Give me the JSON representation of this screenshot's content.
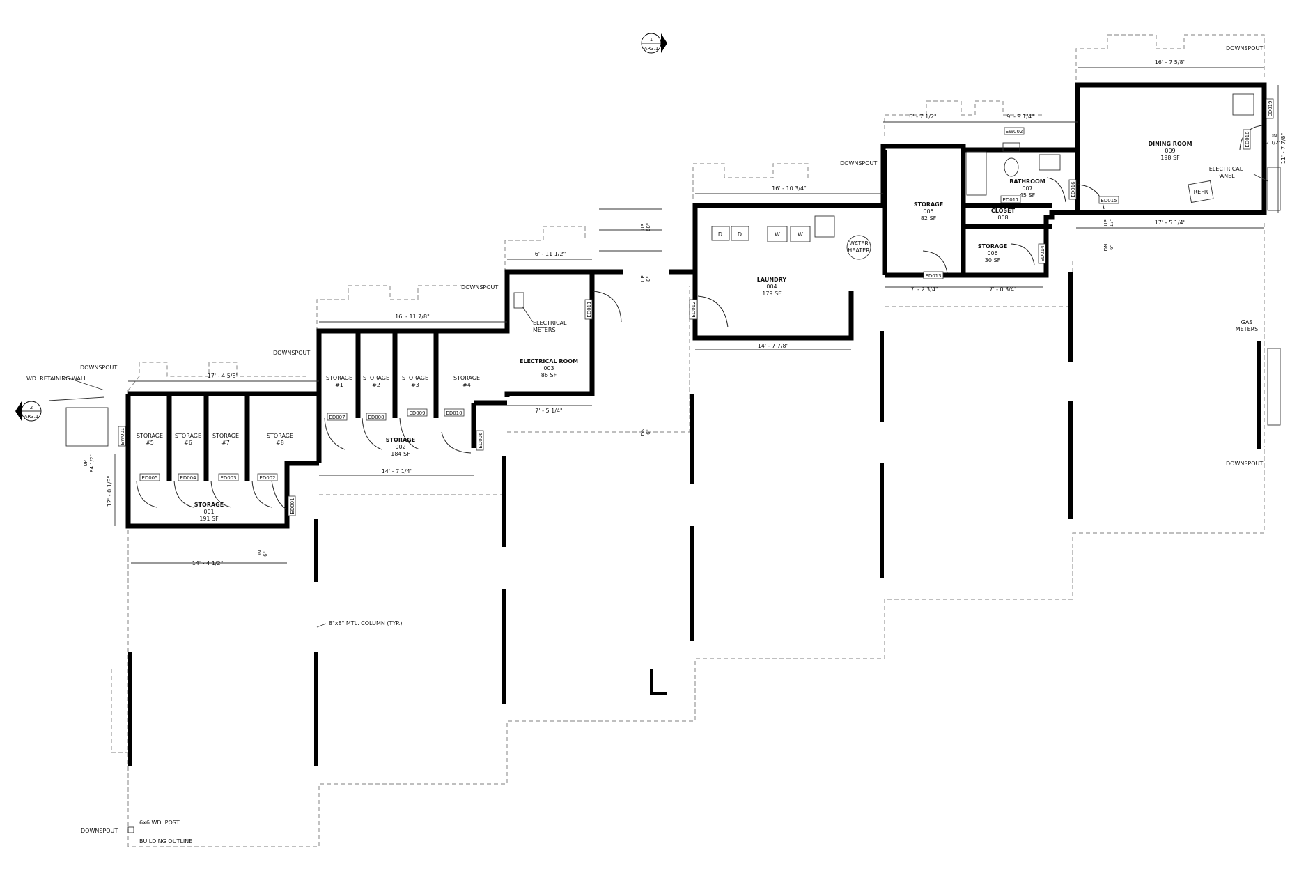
{
  "section_markers": [
    {
      "number": "1",
      "sheet": "AR3.1"
    },
    {
      "number": "2",
      "sheet": "AR3.1"
    }
  ],
  "rooms": {
    "storage_001": {
      "name": "STORAGE",
      "number": "001",
      "area": "191 SF"
    },
    "storage_002": {
      "name": "STORAGE",
      "number": "002",
      "area": "184 SF"
    },
    "electrical_room": {
      "name": "ELECTRICAL ROOM",
      "number": "003",
      "area": "86 SF"
    },
    "laundry": {
      "name": "LAUNDRY",
      "number": "004",
      "area": "179 SF"
    },
    "storage_005": {
      "name": "STORAGE",
      "number": "005",
      "area": "82 SF"
    },
    "storage_006": {
      "name": "STORAGE",
      "number": "006",
      "area": "30 SF"
    },
    "bathroom": {
      "name": "BATHROOM",
      "number": "007",
      "area": "45 SF"
    },
    "closet": {
      "name": "CLOSET",
      "number": "008"
    },
    "dining_room": {
      "name": "DINING ROOM",
      "number": "009",
      "area": "198 SF"
    }
  },
  "lockers": {
    "s5": {
      "name": "STORAGE",
      "num": "#5"
    },
    "s6": {
      "name": "STORAGE",
      "num": "#6"
    },
    "s7": {
      "name": "STORAGE",
      "num": "#7"
    },
    "s8": {
      "name": "STORAGE",
      "num": "#8"
    },
    "s1": {
      "name": "STORAGE",
      "num": "#1"
    },
    "s2": {
      "name": "STORAGE",
      "num": "#2"
    },
    "s3": {
      "name": "STORAGE",
      "num": "#3"
    },
    "s4": {
      "name": "STORAGE",
      "num": "#4"
    }
  },
  "door_tags": {
    "ed001": "ED001",
    "ed002": "ED002",
    "ed003": "ED003",
    "ed004": "ED004",
    "ed005": "ED005",
    "ed006": "ED006",
    "ed007": "ED007",
    "ed008": "ED008",
    "ed009": "ED009",
    "ed010": "ED010",
    "ed011": "ED011",
    "ed012": "ED012",
    "ed013": "ED013",
    "ed014": "ED014",
    "ed015": "ED015",
    "ed016": "ED016",
    "ed017": "ED017",
    "ed018": "ED018",
    "ed019": "ED019",
    "ew001": "EW001",
    "ew002": "EW002"
  },
  "dimensions": {
    "d1": "17' - 4 5/8\"",
    "d2": "16' - 11 7/8\"",
    "d3": "6' - 11 1/2\"",
    "d4": "16' - 10 3/4\"",
    "d5": "6' - 7 1/2\"",
    "d6": "9' - 9 1/4\"",
    "d7": "16' - 7 5/8\"",
    "d8": "17' - 5 1/4\"",
    "d9": "7' - 2 3/4\"",
    "d10": "7' - 0 3/4\"",
    "d11": "14' - 7 7/8\"",
    "d12": "7' - 5 1/4\"",
    "d13": "14' - 7 1/4\"",
    "d14": "14' - 4 1/2\"",
    "d15": "12' - 0 1/8\"",
    "d16": "11' - 7 7/8\""
  },
  "level_notes": {
    "dn_6a": "DN",
    "dn_6a_v": "6\"",
    "dn_6b": "DN",
    "dn_6b_v": "6\"",
    "dn_6c": "DN",
    "dn_6c_v": "6\"",
    "up_84": "UP",
    "up_84_v": "84 1/2\"",
    "up_68": "UP",
    "up_68_v": "68\"",
    "up_8": "UP",
    "up_8_v": "8\"",
    "up_17": "UP",
    "up_17_v": "17\"",
    "dn_2": "DN",
    "dn_2_v": "2 1/2\""
  },
  "annotations": {
    "downspout": "DOWNSPOUT",
    "wd_retaining_wall": "WD. RETAINING WALL",
    "electrical_meters_1": "ELECTRICAL",
    "electrical_meters_2": "METERS",
    "water_heater_1": "WATER",
    "water_heater_2": "HEATER",
    "electrical_panel_1": "ELECTRICAL",
    "electrical_panel_2": "PANEL",
    "gas_meters_1": "GAS",
    "gas_meters_2": "METERS",
    "column_note": "8\"x8\" MTL. COLUMN (TYP.)",
    "post_note": "6x6 WD. POST",
    "building_outline": "BUILDING OUTLINE",
    "refr": "REFR",
    "dryer": "D",
    "washer": "W"
  }
}
